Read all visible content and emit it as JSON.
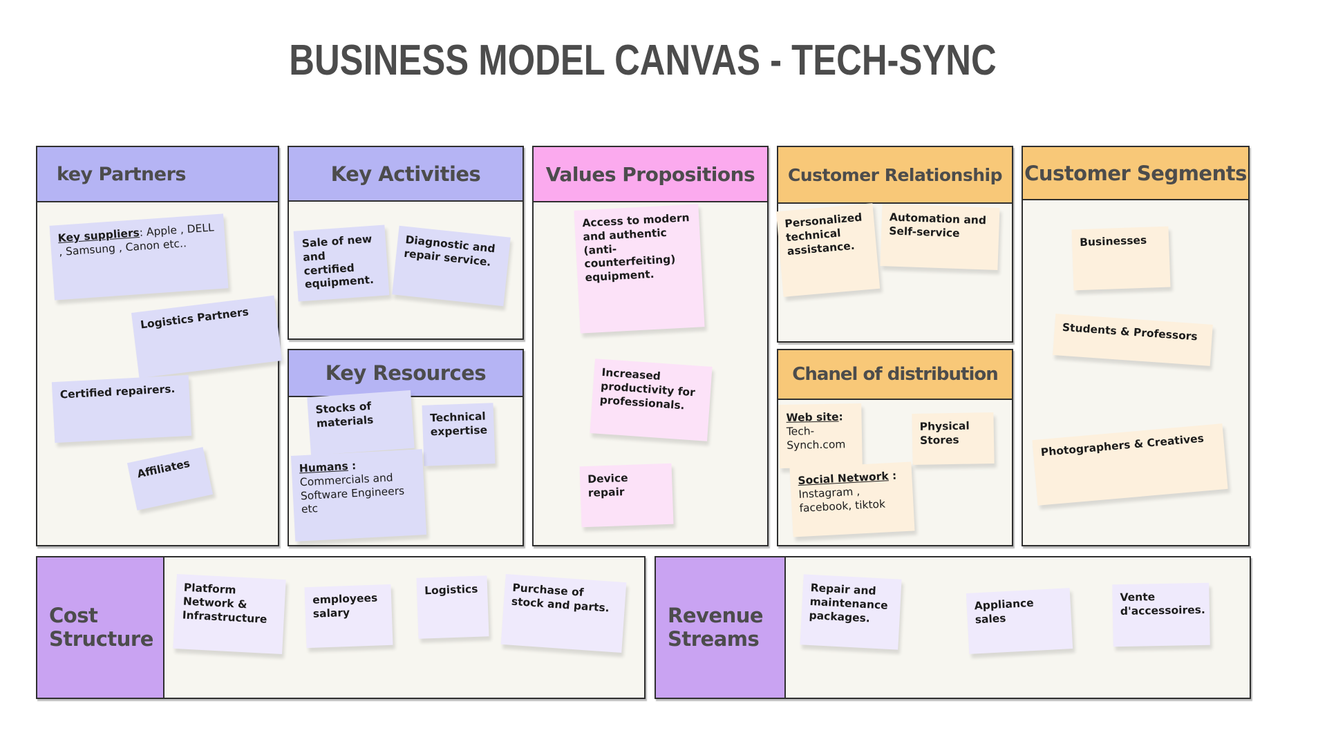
{
  "title": "BUSINESS MODEL CANVAS - TECH-SYNC",
  "colors": {
    "periwinkle_header": "#b5b4f4",
    "pink_header": "#fbaaee",
    "orange_header": "#f8c878",
    "purple_block": "#c9a3f2",
    "lavender_note": "#dcdcf8",
    "pink_note": "#fce2f8",
    "cream_note": "#fdf0dd",
    "pale_lavender_note": "#efeafc",
    "panel_bg": "#f7f6f0",
    "border": "#2f2f2f",
    "heading_text": "#4c4c4c"
  },
  "sections": {
    "key_partners": {
      "label": "key Partners",
      "notes": {
        "suppliers": {
          "lead": "Key suppliers",
          "rest": ": Apple , DELL , Samsung , Canon etc.."
        },
        "logistics": {
          "text": "Logistics Partners"
        },
        "repairers": {
          "text": "Certified repairers."
        },
        "affiliates": {
          "text": "Affiliates"
        }
      }
    },
    "key_activities": {
      "label": "Key Activities",
      "notes": {
        "sale": {
          "text": "Sale of new and certified equipment."
        },
        "diagnostic": {
          "text": "Diagnostic and repair service."
        }
      }
    },
    "key_resources": {
      "label": "Key Resources",
      "notes": {
        "stocks": {
          "text": "Stocks of materials"
        },
        "expertise": {
          "text": "Technical expertise"
        },
        "humans": {
          "lead": "Humans",
          "colon": " :",
          "body": "Commercials and Software Engineers etc"
        }
      }
    },
    "values_propositions": {
      "label": "Values Propositions",
      "notes": {
        "access": {
          "text": "Access to modern and authentic (anti-counterfeiting) equipment."
        },
        "productivity": {
          "text": "Increased productivity for professionals."
        },
        "device_repair": {
          "text": "Device repair"
        }
      }
    },
    "customer_relationship": {
      "label": "Customer Relationship",
      "notes": {
        "personalized": {
          "text": "Personalized technical assistance."
        },
        "automation": {
          "text": "Automation and Self-service"
        }
      }
    },
    "channel_distribution": {
      "label": "Chanel of distribution",
      "notes": {
        "website": {
          "lead": "Web site",
          "colon": ":",
          "body": "Tech-Synch.com"
        },
        "physical": {
          "text": "Physical Stores"
        },
        "social": {
          "lead": "Social Network",
          "colon": " :",
          "body": "Instagram , facebook, tiktok"
        }
      }
    },
    "customer_segments": {
      "label": "Customer Segments",
      "notes": {
        "businesses": {
          "text": "Businesses"
        },
        "students": {
          "text": "Students & Professors"
        },
        "photographers": {
          "text": "Photographers & Creatives"
        }
      }
    },
    "cost_structure": {
      "label": "Cost Structure",
      "notes": {
        "platform": {
          "text": "Platform Network & Infrastructure"
        },
        "salary": {
          "text": "employees salary"
        },
        "logistics": {
          "text": "Logistics"
        },
        "purchase": {
          "text": "Purchase of stock and parts."
        }
      }
    },
    "revenue_streams": {
      "label": "Revenue Streams",
      "notes": {
        "repair_packages": {
          "text": "Repair and maintenance packages."
        },
        "appliance": {
          "text": "Appliance sales"
        },
        "vente": {
          "text": "Vente d'accessoires."
        }
      }
    }
  }
}
